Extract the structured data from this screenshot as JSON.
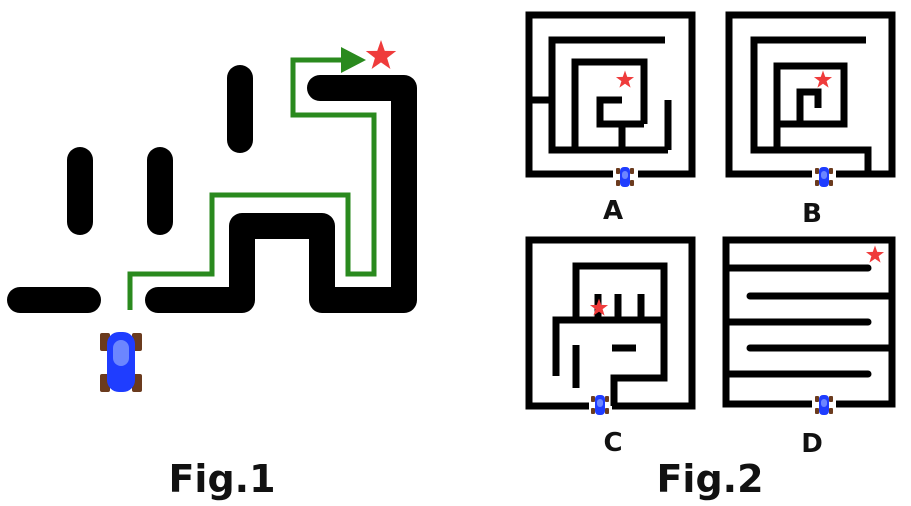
{
  "figures": {
    "fig1": {
      "caption": "Fig.1"
    },
    "fig2": {
      "caption": "Fig.2",
      "mazes": [
        {
          "label": "A"
        },
        {
          "label": "B"
        },
        {
          "label": "C"
        },
        {
          "label": "D"
        }
      ]
    }
  },
  "colors": {
    "wall": "#000000",
    "path": "#2a8a1e",
    "star": "#ef3b3b",
    "robot_body": "#1f3dff",
    "robot_wheel": "#6b3b1e"
  },
  "icons": {
    "goal": "star-icon",
    "robot": "robot-car-icon"
  }
}
